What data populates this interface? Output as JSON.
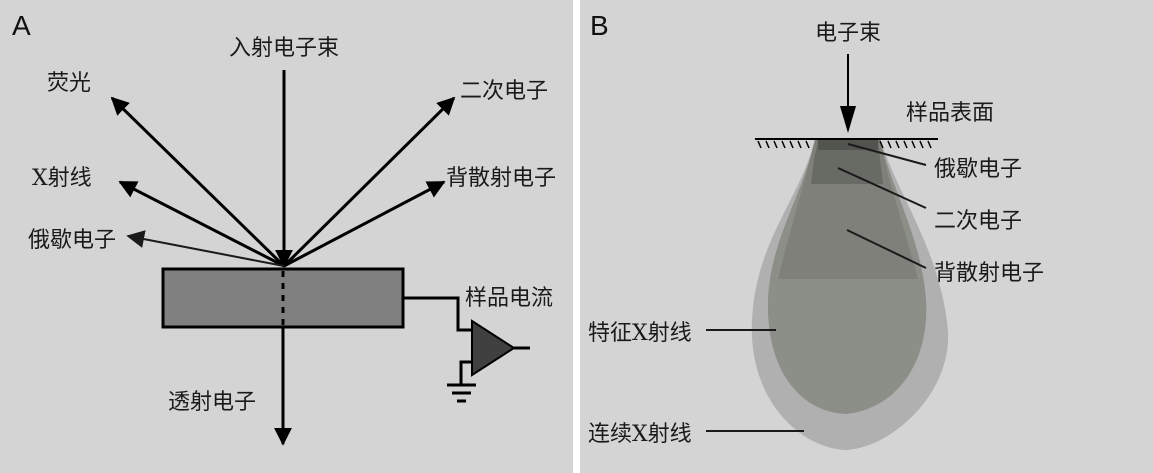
{
  "panels": [
    {
      "letter": "A",
      "labels": {
        "incident_beam": "入射电子束",
        "fluorescence": "荧光",
        "secondary_electrons": "二次电子",
        "xray": "X射线",
        "backscattered_electrons": "背散射电子",
        "auger_electrons": "俄歇电子",
        "sample_current": "样品电流",
        "transmitted_electrons": "透射电子"
      }
    },
    {
      "letter": "B",
      "labels": {
        "electron_beam": "电子束",
        "sample_surface": "样品表面",
        "auger_electrons": "俄歇电子",
        "secondary_electrons": "二次电子",
        "backscattered_electrons": "背散射电子",
        "characteristic_xray": "特征X射线",
        "continuous_xray": "连续X射线"
      }
    }
  ],
  "colors": {
    "background": "#d4d4d4",
    "divider": "#ffffff",
    "sample_block": "#808080",
    "amplifier": "#404040",
    "auger_layer": "#525450",
    "secondary_layer": "#686a64",
    "backscatter_layer": "#7f807a",
    "char_xray_layer": "#8c8e88",
    "continuous_xray_layer": "#b0b0b0"
  }
}
